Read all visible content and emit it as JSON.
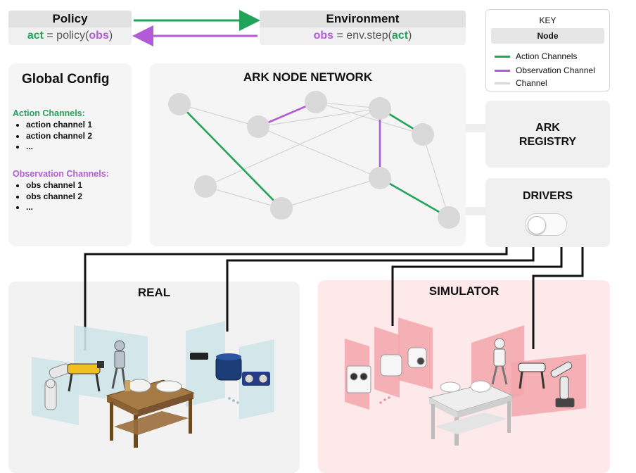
{
  "policy": {
    "title": "Policy",
    "code_lhs": "act",
    "code_mid": " = policy(",
    "code_arg": "obs",
    "code_end": ")"
  },
  "environment": {
    "title": "Environment",
    "code_lhs": "obs",
    "code_mid": " = env.step(",
    "code_arg": "act",
    "code_end": ")"
  },
  "global_config": {
    "title": "Global Config",
    "action_heading": "Action Channels:",
    "action_items": [
      "action channel 1",
      "action channel 2",
      "..."
    ],
    "obs_heading": "Observation Channels:",
    "obs_items": [
      "obs channel 1",
      "obs channel 2",
      "..."
    ]
  },
  "network": {
    "title": "ARK NODE NETWORK"
  },
  "key": {
    "title": "KEY",
    "node": "Node",
    "items": [
      {
        "label": "Action Channels",
        "color": "#22a35a"
      },
      {
        "label": "Observation Channel",
        "color": "#b35bd6"
      },
      {
        "label": "Channel",
        "color": "#d8d8d8"
      }
    ]
  },
  "registry": {
    "line1": "ARK",
    "line2": "REGISTRY"
  },
  "drivers": {
    "title": "DRIVERS"
  },
  "real": {
    "title": "REAL"
  },
  "simulator": {
    "title": "SIMULATOR"
  },
  "colors": {
    "action": "#22a35a",
    "observation": "#b35bd6",
    "channel": "#d8d8d8",
    "node": "#d9d9d9"
  }
}
